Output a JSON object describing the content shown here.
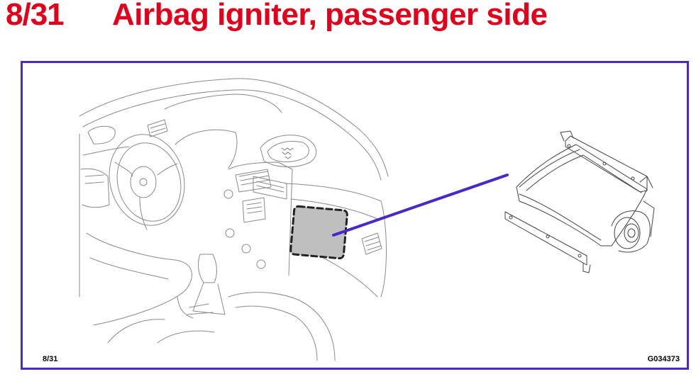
{
  "header": {
    "page_number": "8/31",
    "title": "Airbag igniter, passenger side"
  },
  "figure": {
    "footer_left": "8/31",
    "footer_right": "G034373",
    "frame_color": "#4a27c9",
    "title_color": "#e3001b",
    "highlight_color": "#bfbfbf"
  }
}
